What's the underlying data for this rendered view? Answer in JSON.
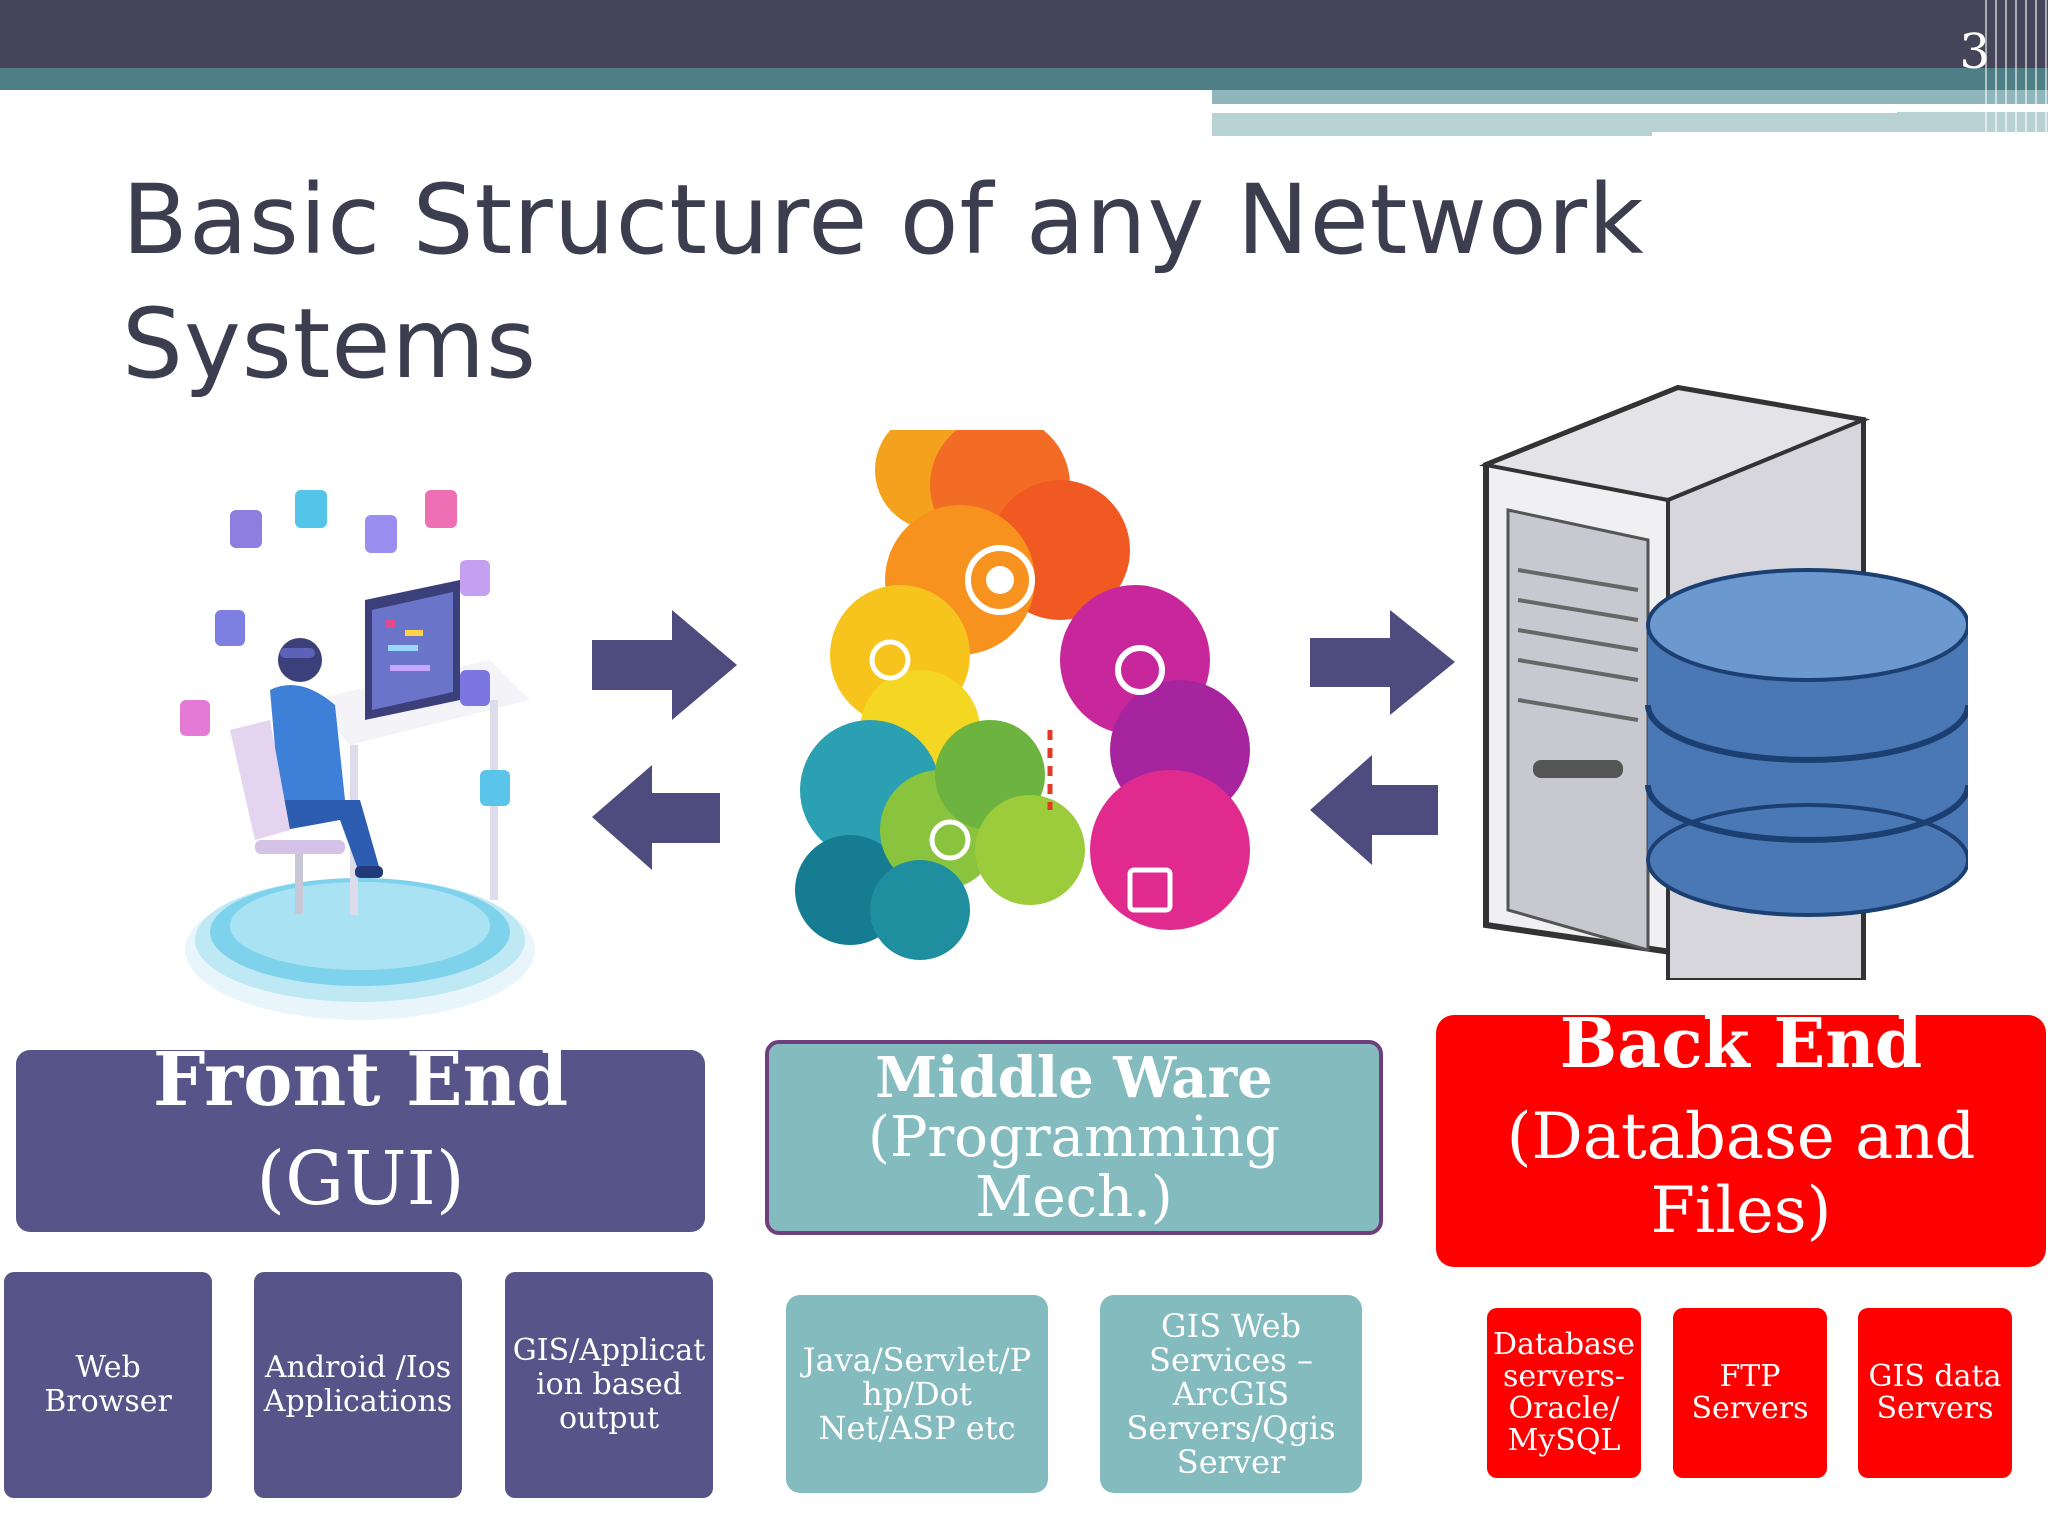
{
  "slide": {
    "number": "3",
    "title_line1": "Basic Structure of any Network",
    "title_line2": "Systems"
  },
  "front_end": {
    "heading": "Front End",
    "subheading": "(GUI)",
    "items": [
      "Web Browser",
      "Android /Ios Applications",
      "GIS/Applicat ion based output"
    ],
    "color": "#575489"
  },
  "middle_ware": {
    "heading": "Middle Ware",
    "subheading_line1": "(Programming",
    "subheading_line2": "Mech.)",
    "items": [
      "Java/Servlet/P hp/Dot Net/ASP etc",
      "GIS Web Services – ArcGIS Servers/Qgis Server"
    ],
    "color": "#84bbbf"
  },
  "back_end": {
    "heading": "Back End",
    "subheading_line1": "(Database and",
    "subheading_line2": "Files)",
    "items": [
      "Database servers- Oracle/ MySQL",
      "FTP Servers",
      "GIS data Servers"
    ],
    "color": "#ff0000"
  },
  "icons": [
    "developer-illustration",
    "programming-clouds-illustration",
    "server-database-illustration",
    "arrow-right-icon",
    "arrow-left-icon"
  ]
}
